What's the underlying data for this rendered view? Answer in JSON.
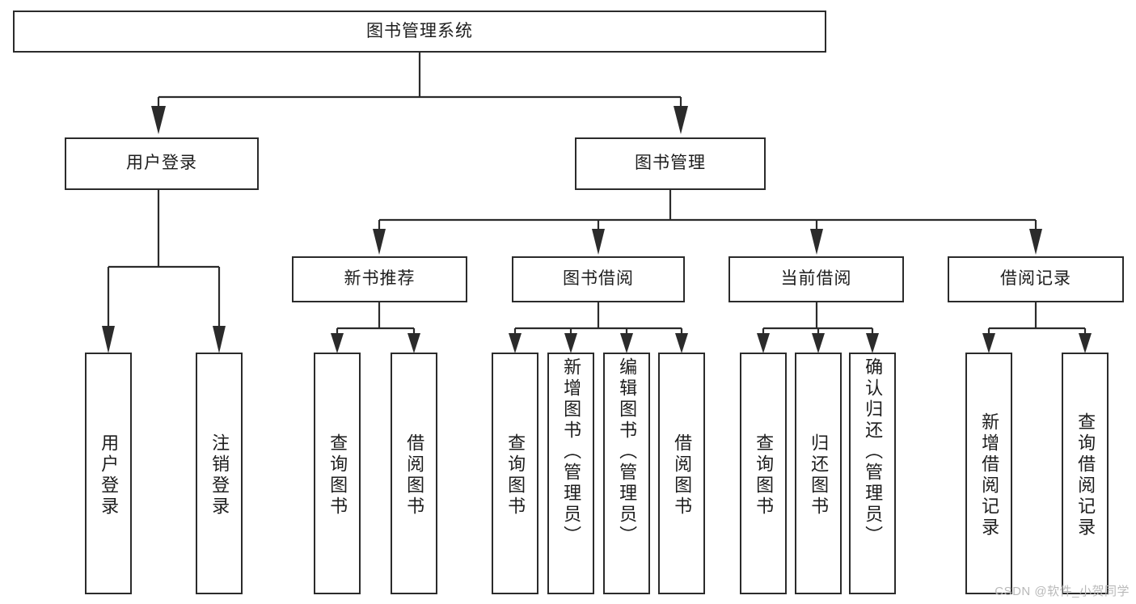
{
  "diagram": {
    "type": "tree-hierarchy-chart",
    "title": "图书管理系统",
    "watermark": "CSDN @软件_小贺同学",
    "colors": {
      "box_border": "#2b2b2b",
      "box_fill": "#ffffff",
      "text": "#1d1d1d",
      "connector": "#2b2b2b",
      "watermark": "#b9b9b9",
      "background": "#ffffff"
    },
    "root": {
      "label": "图书管理系统"
    },
    "level2": [
      {
        "label": "用户登录"
      },
      {
        "label": "图书管理"
      }
    ],
    "level3": [
      {
        "label": "新书推荐"
      },
      {
        "label": "图书借阅"
      },
      {
        "label": "当前借阅"
      },
      {
        "label": "借阅记录"
      }
    ],
    "leaves": {
      "user_login": [
        {
          "label": "用户登录"
        },
        {
          "label": "注销登录"
        }
      ],
      "new_book": [
        {
          "label": "查询图书"
        },
        {
          "label": "借阅图书"
        }
      ],
      "book_borrow": [
        {
          "label": "查询图书"
        },
        {
          "label": "新增图书（管理员）"
        },
        {
          "label": "编辑图书（管理员）"
        },
        {
          "label": "借阅图书"
        }
      ],
      "current_borrow": [
        {
          "label": "查询图书"
        },
        {
          "label": "归还图书"
        },
        {
          "label": "确认归还（管理员）"
        }
      ],
      "borrow_record": [
        {
          "label": "新增借阅记录"
        },
        {
          "label": "查询借阅记录"
        }
      ]
    }
  }
}
